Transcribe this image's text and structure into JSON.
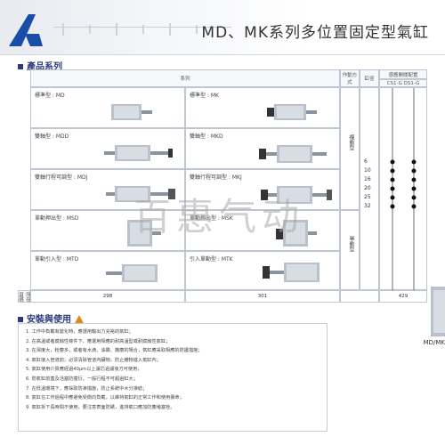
{
  "title": "MD、MK系列多位置固定型氣缸",
  "sections": {
    "products": "產品系列",
    "usage": "安裝與使用"
  },
  "table": {
    "series_header": "系列",
    "action_header": "作動方式",
    "bore_header": "缸徑",
    "switch_header": "感應開關配置",
    "switch_models": "CS1-G DS1-G",
    "page_header": "所在頁碼",
    "cells": [
      {
        "label": "標準型 : MD"
      },
      {
        "label": "標準型 : MK"
      },
      {
        "label": "雙軸型 : MDD"
      },
      {
        "label": "雙軸型 : MKD"
      },
      {
        "label": "雙軸行程可調型 : MDJ"
      },
      {
        "label": "雙軸行程可調型 : MKJ"
      },
      {
        "label": "單動押出型 : MSD"
      },
      {
        "label": "單動押出型 : MSK"
      },
      {
        "label": "單動引入型 : MTD"
      },
      {
        "label": "引入單動型 : MTK"
      }
    ],
    "double_acting": "複動型",
    "single_acting": "單動型",
    "bores": [
      "6",
      "10",
      "16",
      "20",
      "25",
      "32"
    ],
    "pages": [
      "298",
      "301",
      "429"
    ]
  },
  "watermark": "百惠气动",
  "side_caption": "MD/MK",
  "notes": [
    "1. 工作中負載有變化時，應選用輸出力充裕的氣缸；",
    "2. 在高溫或者腐蝕性條件下，應選用相應的耐高溫型或耐腐蝕性氣缸；",
    "3. 在濕度大，粉塵多，或者有水滴、油霧、撒塵的場合，氣缸應采取相應的防護措施；",
    "4. 氣缸接入管道前，必須清除管道內臟物，防止雜物進入氣缸內；",
    "5. 氣缸使用介質應經過40μm以上濾芯過濾後方可使用；",
    "6. 防氣缸前蓋及活塞防撞衍，一般行程不可超過缸大；",
    "7. 在低溫環境下，應採取防凍措施，防止系統中水分凍結；",
    "8. 氣缸在工作過程中應避免受側向負載，以維持氣缸的正常工作和使用壽命；",
    "9. 氣缸拆下長時間不使用，要注意表面防銹，進排氣口應加防塵堵塞栓。"
  ]
}
